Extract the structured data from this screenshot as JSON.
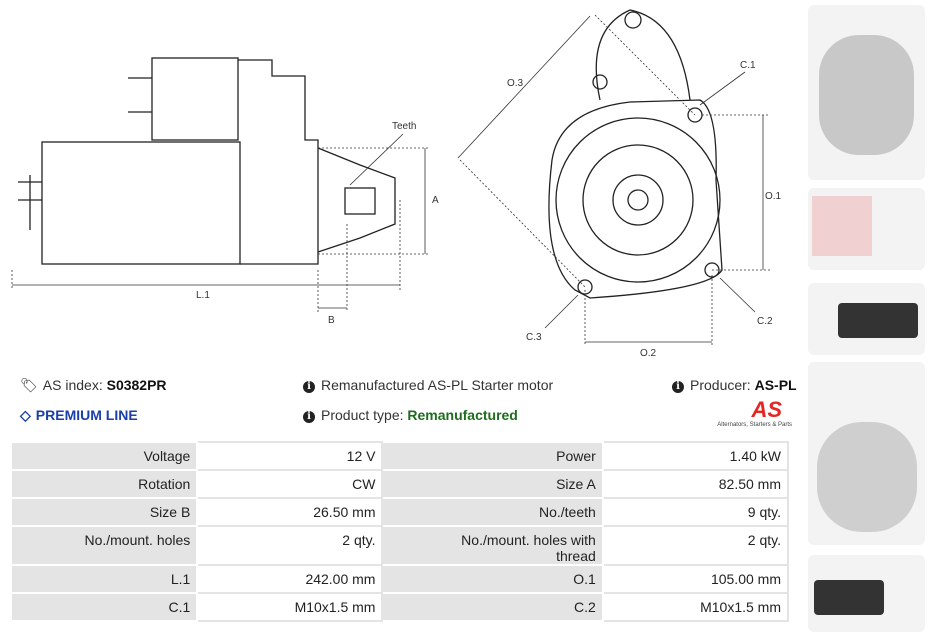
{
  "diagram": {
    "teeth": "Teeth",
    "a": "A",
    "l1": "L.1",
    "b": "B",
    "o3": "O.3",
    "c1": "C.1",
    "o1": "O.1",
    "c2": "C.2",
    "c3": "C.3",
    "o2": "O.2"
  },
  "info": {
    "as_index_label": "AS index:",
    "as_index_value": "S0382PR",
    "premium": "PREMIUM LINE",
    "description": "Remanufactured AS-PL Starter motor",
    "product_type_label": "Product type:",
    "product_type_value": "Remanufactured",
    "producer_label": "Producer:",
    "producer_value": "AS-PL",
    "logo_text": "AS",
    "logo_tagline": "Alternators, Starters & Parts"
  },
  "colors": {
    "premium": "#1a3fa8",
    "remanufactured": "#1e6b1e",
    "logo": "#e52521"
  },
  "specs": [
    [
      "Voltage",
      "12 V",
      "Power",
      "1.40 kW"
    ],
    [
      "Rotation",
      "CW",
      "Size A",
      "82.50 mm"
    ],
    [
      "Size B",
      "26.50 mm",
      "No./teeth",
      "9 qty."
    ],
    [
      "No./mount. holes",
      "2 qty.",
      "No./mount. holes with thread",
      "2 qty."
    ],
    [
      "L.1",
      "242.00 mm",
      "O.1",
      "105.00 mm"
    ],
    [
      "C.1",
      "M10x1.5 mm",
      "C.2",
      "M10x1.5 mm"
    ]
  ]
}
